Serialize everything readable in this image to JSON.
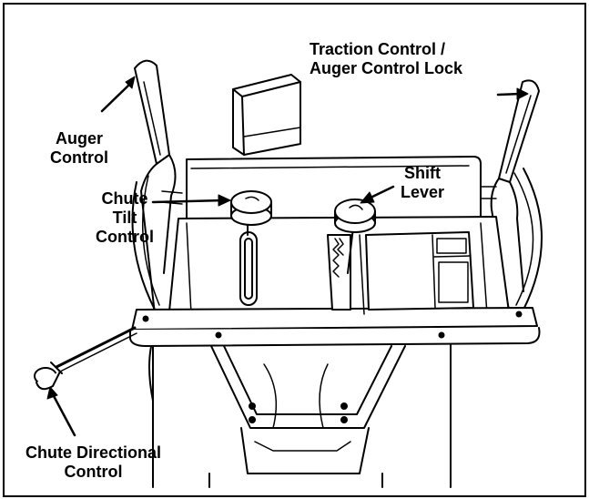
{
  "labels": {
    "traction_control": "Traction Control /\nAuger Control Lock",
    "auger_control": "Auger\nControl",
    "shift_lever": "Shift\nLever",
    "chute_tilt_control": "Chute\nTilt\nControl",
    "chute_directional_control": "Chute Directional\nControl"
  },
  "colors": {
    "line": "#000000",
    "background": "#ffffff"
  }
}
